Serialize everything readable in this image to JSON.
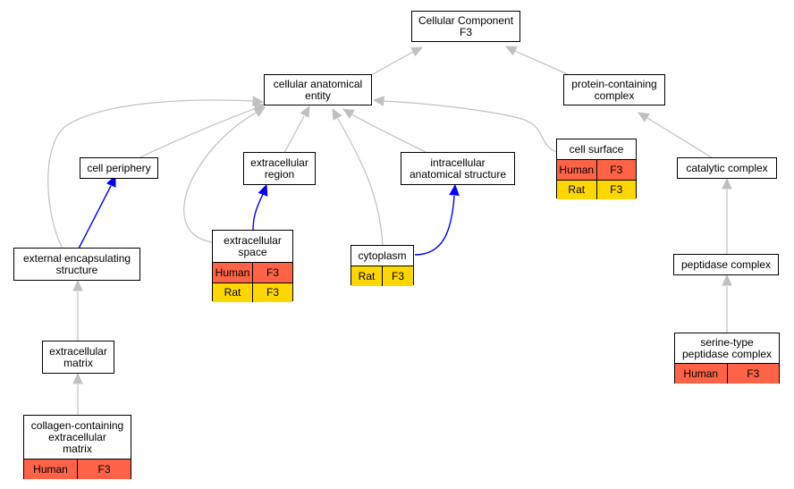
{
  "diagram": {
    "colors": {
      "is_a_edge": "#c0c0c0",
      "part_of_edge": "#0000ff",
      "human": "#ff6347",
      "rat": "#ffd700"
    },
    "nodes": {
      "root": {
        "label": "Cellular Component\nF3"
      },
      "cae": {
        "label": "cellular anatomical\nentity"
      },
      "pcc": {
        "label": "protein-containing\ncomplex"
      },
      "cellsurf": {
        "label": "cell surface",
        "rows": [
          [
            "Human",
            "F3"
          ],
          [
            "Rat",
            "F3"
          ]
        ]
      },
      "catcx": {
        "label": "catalytic complex"
      },
      "cellper": {
        "label": "cell periphery"
      },
      "exreg": {
        "label": "extracellular\nregion"
      },
      "ias": {
        "label": "intracellular\nanatomical structure"
      },
      "exspace": {
        "label": "extracellular\nspace",
        "rows": [
          [
            "Human",
            "F3"
          ],
          [
            "Rat",
            "F3"
          ]
        ]
      },
      "cyto": {
        "label": "cytoplasm",
        "rows": [
          [
            "Rat",
            "F3"
          ]
        ]
      },
      "ees": {
        "label": "external encapsulating\nstructure"
      },
      "pepcx": {
        "label": "peptidase complex"
      },
      "exmat": {
        "label": "extracellular\nmatrix"
      },
      "stpep": {
        "label": "serine-type\npeptidase complex",
        "rows": [
          [
            "Human",
            "F3"
          ]
        ]
      },
      "collagen": {
        "label": "collagen-containing\nextracellular\nmatrix",
        "rows": [
          [
            "Human",
            "F3"
          ]
        ]
      }
    },
    "edges": [
      {
        "from": "cae",
        "to": "root",
        "type": "is_a"
      },
      {
        "from": "pcc",
        "to": "root",
        "type": "is_a"
      },
      {
        "from": "cellper",
        "to": "cae",
        "type": "is_a"
      },
      {
        "from": "exreg",
        "to": "cae",
        "type": "is_a"
      },
      {
        "from": "ias",
        "to": "cae",
        "type": "is_a"
      },
      {
        "from": "cellsurf",
        "to": "cae",
        "type": "is_a"
      },
      {
        "from": "ees",
        "to": "cae",
        "type": "is_a"
      },
      {
        "from": "exspace",
        "to": "cae",
        "type": "is_a"
      },
      {
        "from": "cyto",
        "to": "cae",
        "type": "is_a"
      },
      {
        "from": "catcx",
        "to": "pcc",
        "type": "is_a"
      },
      {
        "from": "pepcx",
        "to": "catcx",
        "type": "is_a"
      },
      {
        "from": "stpep",
        "to": "pepcx",
        "type": "is_a"
      },
      {
        "from": "exmat",
        "to": "ees",
        "type": "is_a"
      },
      {
        "from": "collagen",
        "to": "exmat",
        "type": "is_a"
      },
      {
        "from": "ees",
        "to": "cellper",
        "type": "part_of"
      },
      {
        "from": "exspace",
        "to": "exreg",
        "type": "part_of"
      },
      {
        "from": "cyto",
        "to": "ias",
        "type": "part_of"
      }
    ]
  }
}
